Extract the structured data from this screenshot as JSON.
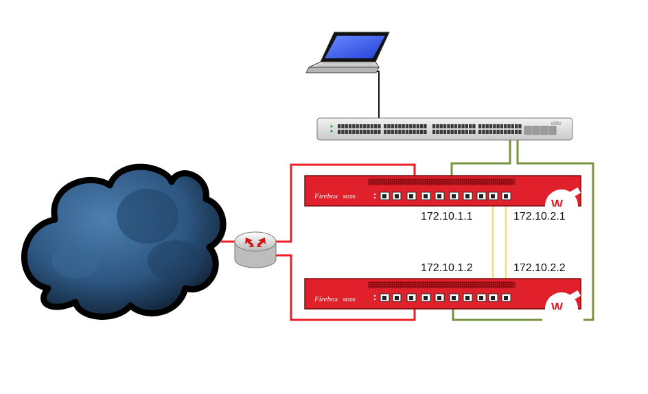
{
  "diagram": {
    "nodes": {
      "internet": {
        "icon": "cloud-icon"
      },
      "router": {
        "icon": "router-icon"
      },
      "switch": {
        "icon": "switch-icon"
      },
      "laptop": {
        "icon": "laptop-icon"
      },
      "firebox_top": {
        "icon": "firebox-appliance-icon",
        "brand": "Firebox",
        "model": "M200"
      },
      "firebox_bottom": {
        "icon": "firebox-appliance-icon",
        "brand": "Firebox",
        "model": "M200"
      }
    },
    "labels": {
      "top_left_ip": "172.10.1.1",
      "top_right_ip": "172.10.2.1",
      "bottom_left_ip": "172.10.1.2",
      "bottom_right_ip": "172.10.2.2"
    },
    "colors": {
      "external_link": "#ee1c24",
      "trusted_link": "#77933c",
      "cluster_link": "#f7e08a",
      "firebox_body": "#e0202a",
      "cloud": "#2e5a86"
    }
  }
}
